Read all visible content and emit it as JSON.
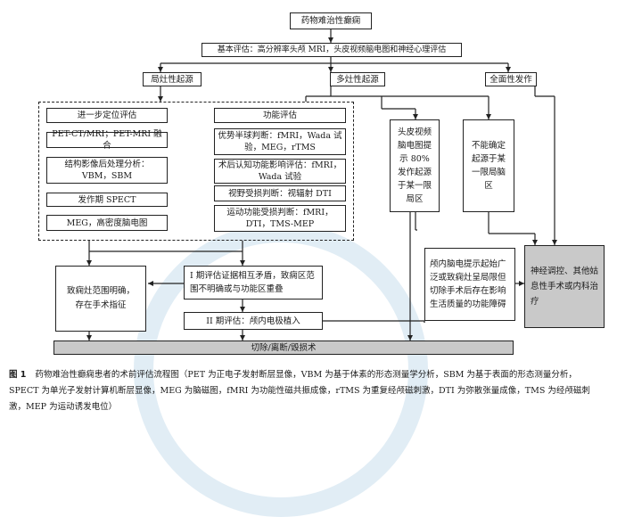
{
  "flowchart": {
    "top": "药物难治性癫痫",
    "basic_eval": "基本评估：高分辨率头颅 MRI，头皮视频脑电图和神经心理评估",
    "branches": {
      "focal": "局灶性起源",
      "multifocal": "多灶性起源",
      "generalized": "全面性发作"
    },
    "further_localization": {
      "title": "进一步定位评估",
      "items": [
        "PET-CT/MRI；PET-MRI 融合",
        "结构影像后处理分析：VBM，SBM",
        "发作期 SPECT",
        "MEG，高密度脑电图"
      ]
    },
    "function_eval": {
      "title": "功能评估",
      "items": [
        "优势半球判断：fMRI，Wada 试验，MEG，rTMS",
        "术后认知功能影响评估：fMRI，Wada 试验",
        "视野受损判断：视辐射 DTI",
        "运动功能受损判断：fMRI，DTI，TMS-MEP"
      ]
    },
    "scalp_eeg_multifocal": "头皮视频脑电图提示 80% 发作起源于某一限局区",
    "cannot_determine": "不能确定起源于某一限局脑区",
    "epileptic_focus_clear": "致痫灶范围明确，存在手术指征",
    "phase1_eval": "I 期评估证据相互矛盾，致痫区范围不明确或与功能区重叠",
    "intracranial_eeg": "颅内脑电提示起始广泛或致痫灶呈局限但切除手术后存在影响生活质量的功能障碍",
    "neuromodulation": "神经调控、其他姑息性手术或内科治疗",
    "phase2_eval": "II 期评估：颅内电极植入",
    "surgery": "切除/离断/毁损术"
  },
  "caption": {
    "number": "图 1",
    "text": "药物难治性癫痫患者的术前评估流程图（PET 为正电子发射断层显像，VBM 为基于体素的形态测量学分析，SBM 为基于表面的形态测量分析，SPECT 为单光子发射计算机断层显像，MEG 为脑磁图，fMRI 为功能性磁共振成像，rTMS 为重复经颅磁刺激，DTI 为弥散张量成像，TMS 为经颅磁刺激，MEP 为运动诱发电位）"
  }
}
